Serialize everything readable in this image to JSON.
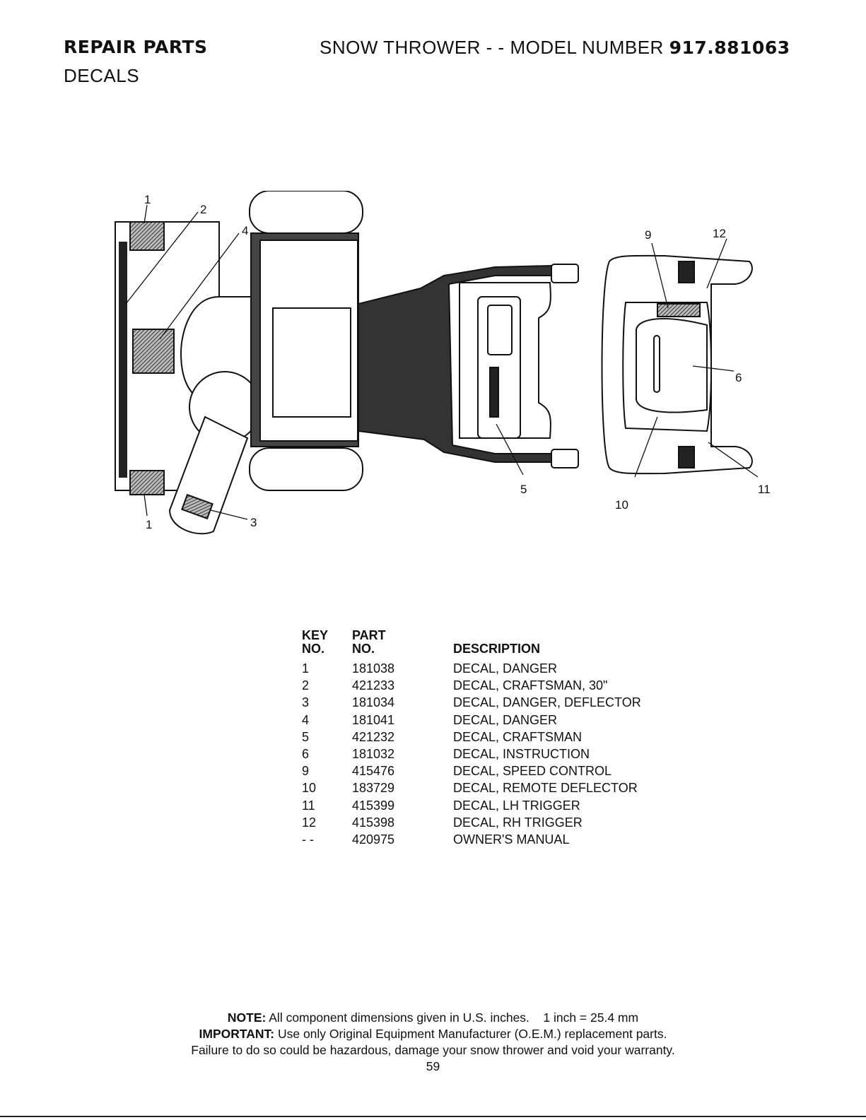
{
  "header": {
    "section": "REPAIR PARTS",
    "subsection": "DECALS",
    "title_prefix": "SNOW THROWER - - MODEL NUMBER ",
    "model_number": "917.881063"
  },
  "diagram": {
    "callouts": [
      "1",
      "2",
      "4",
      "1",
      "3",
      "5",
      "9",
      "12",
      "6",
      "11",
      "10"
    ]
  },
  "parts_table": {
    "headers": {
      "key_line1": "KEY",
      "key_line2": "NO.",
      "part_line1": "PART",
      "part_line2": "NO.",
      "description": "DESCRIPTION"
    },
    "rows": [
      {
        "key": "1",
        "part": "181038",
        "description": "DECAL, DANGER"
      },
      {
        "key": "2",
        "part": "421233",
        "description": "DECAL, CRAFTSMAN, 30\""
      },
      {
        "key": "3",
        "part": "181034",
        "description": "DECAL, DANGER, DEFLECTOR"
      },
      {
        "key": "4",
        "part": "181041",
        "description": "DECAL, DANGER"
      },
      {
        "key": "5",
        "part": "421232",
        "description": "DECAL, CRAFTSMAN"
      },
      {
        "key": "6",
        "part": "181032",
        "description": "DECAL, INSTRUCTION"
      },
      {
        "key": "9",
        "part": "415476",
        "description": "DECAL, SPEED CONTROL"
      },
      {
        "key": "10",
        "part": "183729",
        "description": "DECAL, REMOTE DEFLECTOR"
      },
      {
        "key": "11",
        "part": "415399",
        "description": "DECAL, LH TRIGGER"
      },
      {
        "key": "12",
        "part": "415398",
        "description": "DECAL, RH TRIGGER"
      },
      {
        "key": "- -",
        "part": "420975",
        "description": "OWNER'S MANUAL"
      }
    ]
  },
  "footer": {
    "note_label": "NOTE:",
    "note_text": " All component dimensions given in U.S. inches.    1 inch = 25.4 mm",
    "important_label": "IMPORTANT:",
    "important_text": " Use only Original Equipment Manufacturer (O.E.M.) replacement parts.",
    "warning_text": "Failure to do so could be hazardous, damage your snow thrower and void your warranty.",
    "page_number": "59"
  }
}
